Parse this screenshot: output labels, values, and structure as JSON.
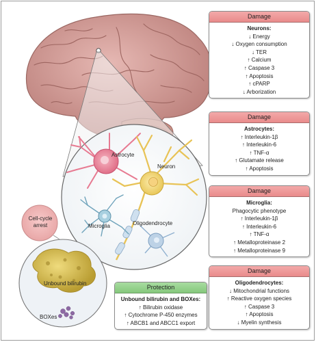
{
  "labels": {
    "astrocyte": "Astrocyte",
    "neuron": "Neuron",
    "microglia": "Microglia",
    "oligodendrocyte": "Oligodendrocyte",
    "cell_cycle_arrest_line1": "Cell-cycle",
    "cell_cycle_arrest_line2": "arrest",
    "unbound_bilirubin": "Unbound bilirubin",
    "boxes": "BOXes"
  },
  "boxes": {
    "neurons": {
      "header": "Damage",
      "title": "Neurons:",
      "items": [
        "↓ Energy",
        "↓ Oxygen consumption",
        "↓ TER",
        "↑ Calcium",
        "↑ Caspase 3",
        "↑ Apoptosis",
        "↑ cPARP",
        "↓ Arborization"
      ]
    },
    "astrocytes": {
      "header": "Damage",
      "title": "Astrocytes:",
      "items": [
        "↑ Interleukin-1β",
        "↑ Interleukin-6",
        "↑ TNF-α",
        "↑ Glutamate release",
        "↑ Apoptosis"
      ]
    },
    "microglia": {
      "header": "Damage",
      "title": "Microglia:",
      "subtitle": "Phagocytic phenotype",
      "items": [
        "↑ Interleukin-1β",
        "↑ Interleukin-6",
        "↑ TNF-α",
        "↑ Metalloproteinase 2",
        "↑ Metalloproteinase 9"
      ]
    },
    "oligodendrocytes": {
      "header": "Damage",
      "title": "Oligodendrocytes:",
      "items": [
        "↓ Mitochondrial functions",
        "↑ Reactive oxygen species",
        "↑ Caspase 3",
        "↑ Apoptosis",
        "↓ Myelin synthesis"
      ]
    },
    "protection": {
      "header": "Protection",
      "title": "Unbound bilirubin and BOXes:",
      "items": [
        "↑ Bilirubin oxidase",
        "↑ Cytochrome P-450 enzymes",
        "↑ ABCB1 and ABCC1 export"
      ]
    }
  },
  "colors": {
    "damage_header": "#e98b8b",
    "protection_header": "#85c87c",
    "brain": "#d9a09c",
    "astrocyte": "#e87b92",
    "neuron": "#f2d877",
    "microglia": "#8fbdd0",
    "oligodendrocyte": "#a9c3dc",
    "bilirubin": "#d7c04e",
    "boxes": "#8e6aa4"
  }
}
